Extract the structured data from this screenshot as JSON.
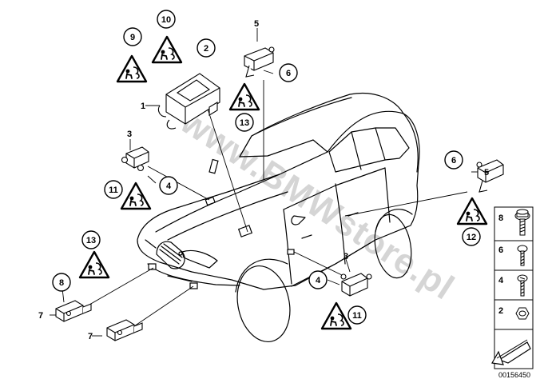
{
  "watermark": "www.BMWstore.pl",
  "diagram_id": "00156450",
  "callouts": {
    "c1": "1",
    "c2": "2",
    "c3a": "3",
    "c3b": "3",
    "c4a": "4",
    "c4b": "4",
    "c5a": "5",
    "c5b": "5",
    "c6a": "6",
    "c6b": "6",
    "c7a": "7",
    "c7b": "7",
    "c8": "8",
    "c9": "9",
    "c10": "10",
    "c11a": "11",
    "c11b": "11",
    "c12": "12",
    "c13a": "13",
    "c13b": "13"
  },
  "parts_legend": [
    {
      "number": "8",
      "icon": "bolt-with-washer-icon"
    },
    {
      "number": "6",
      "icon": "screw-icon"
    },
    {
      "number": "4",
      "icon": "screw-icon"
    },
    {
      "number": "2",
      "icon": "hex-nut-icon"
    }
  ],
  "icons": [
    "airbag-warning-triangle-icon",
    "direction-arrow-icon"
  ]
}
